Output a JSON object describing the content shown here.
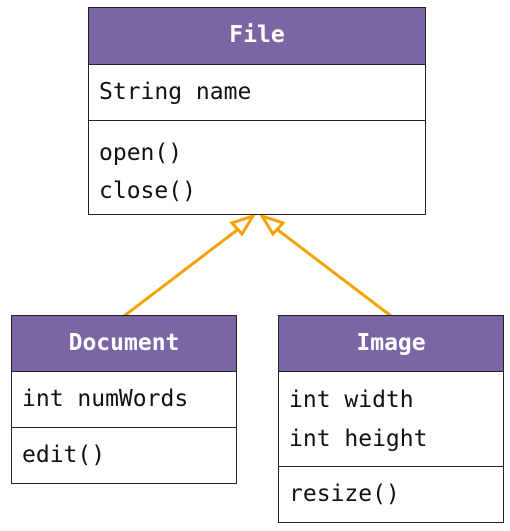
{
  "colors": {
    "header_fill": "#7a66a5",
    "header_text": "#ffffff",
    "border": "#222222",
    "arrow": "#f5a300"
  },
  "classes": {
    "file": {
      "name": "File",
      "attributes": [
        "String name"
      ],
      "methods": [
        "open()",
        "close()"
      ]
    },
    "document": {
      "name": "Document",
      "attributes": [
        "int numWords"
      ],
      "methods": [
        "edit()"
      ]
    },
    "image": {
      "name": "Image",
      "attributes": [
        "int width",
        "int height"
      ],
      "methods": [
        "resize()"
      ]
    }
  },
  "relationships": [
    {
      "type": "inheritance",
      "from": "Document",
      "to": "File"
    },
    {
      "type": "inheritance",
      "from": "Image",
      "to": "File"
    }
  ]
}
